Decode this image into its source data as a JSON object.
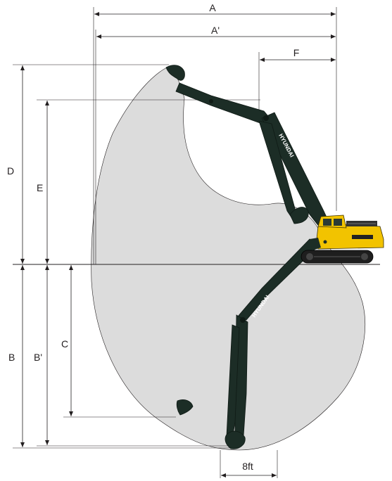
{
  "dimensions": {
    "A": "A",
    "A_prime": "A'",
    "F": "F",
    "D": "D",
    "E": "E",
    "B": "B",
    "B_prime": "B'",
    "C": "C",
    "scale_8ft": "8ft"
  },
  "brand": "HYUNDAI",
  "colors": {
    "envelope_fill": "#dcdcdc",
    "boom": "#1c2d26",
    "machine_yellow": "#f2c300",
    "line": "#231f20"
  }
}
